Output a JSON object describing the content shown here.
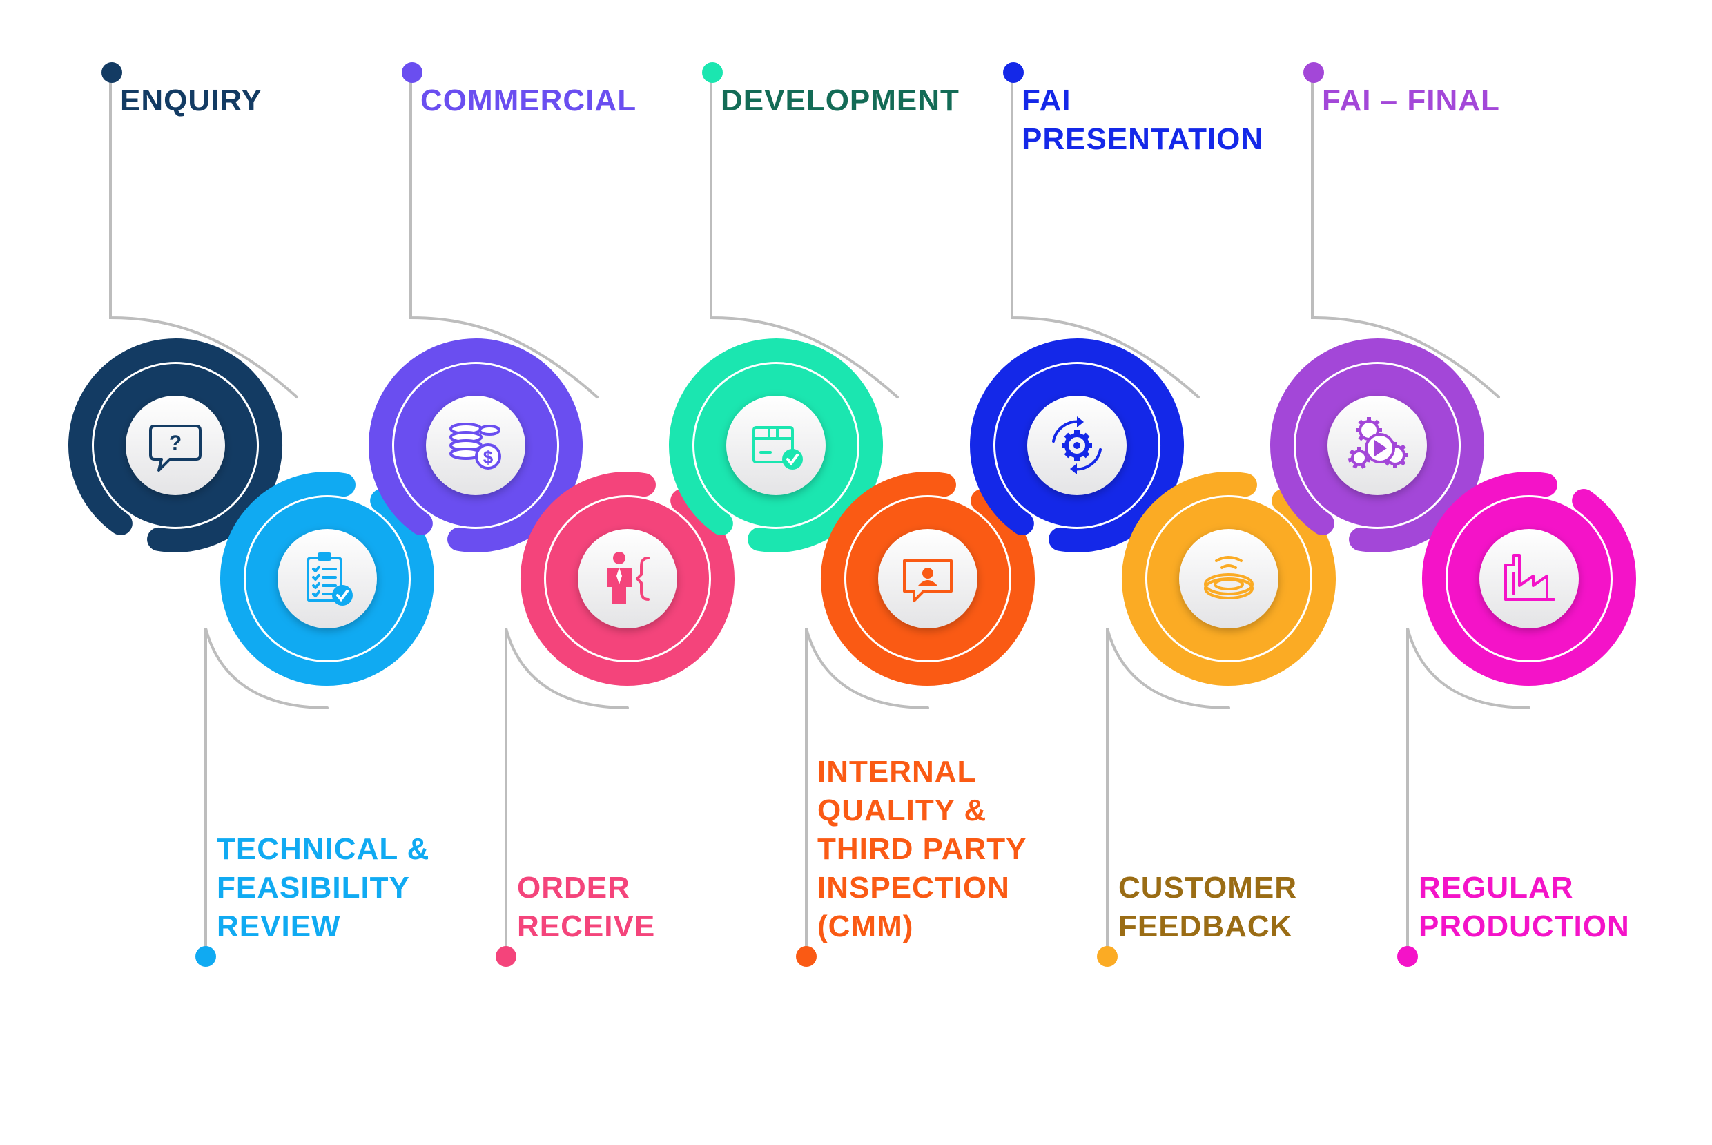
{
  "top_steps": [
    {
      "id": "enquiry",
      "label": [
        "ENQUIRY"
      ],
      "color": "#133b63",
      "icon": "question-speech-bubble-icon"
    },
    {
      "id": "commercial",
      "label": [
        "COMMERCIAL"
      ],
      "color": "#6a4ef0",
      "icon": "coins-dollar-icon"
    },
    {
      "id": "development",
      "label": [
        "DEVELOPMENT"
      ],
      "color": "#1be6b0",
      "text_color": "#136b56",
      "icon": "package-check-icon"
    },
    {
      "id": "fai-presentation",
      "label": [
        "FAI",
        "PRESENTATION"
      ],
      "color": "#1428e8",
      "icon": "cycle-gear-icon"
    },
    {
      "id": "fai-final",
      "label": [
        "FAI – FINAL"
      ],
      "color": "#a347d8",
      "icon": "gears-play-icon"
    }
  ],
  "bottom_steps": [
    {
      "id": "technical-feasibility-review",
      "label": [
        "TECHNICAL &",
        "FEASIBILITY",
        "REVIEW"
      ],
      "color": "#10aaf2",
      "icon": "clipboard-checklist-icon"
    },
    {
      "id": "order-receive",
      "label": [
        "ORDER",
        "RECEIVE"
      ],
      "color": "#f4447b",
      "icon": "person-order-icon"
    },
    {
      "id": "internal-quality-inspection",
      "label": [
        "INTERNAL",
        "QUALITY &",
        "THIRD PARTY",
        "INSPECTION",
        "(CMM)"
      ],
      "color": "#fa5a14",
      "icon": "person-message-icon"
    },
    {
      "id": "customer-feedback",
      "label": [
        "CUSTOMER",
        "FEEDBACK"
      ],
      "color": "#fbab24",
      "text_color": "#9a6c14",
      "icon": "wireless-device-icon"
    },
    {
      "id": "regular-production",
      "label": [
        "REGULAR",
        "PRODUCTION"
      ],
      "color": "#f413c8",
      "icon": "factory-icon"
    }
  ]
}
